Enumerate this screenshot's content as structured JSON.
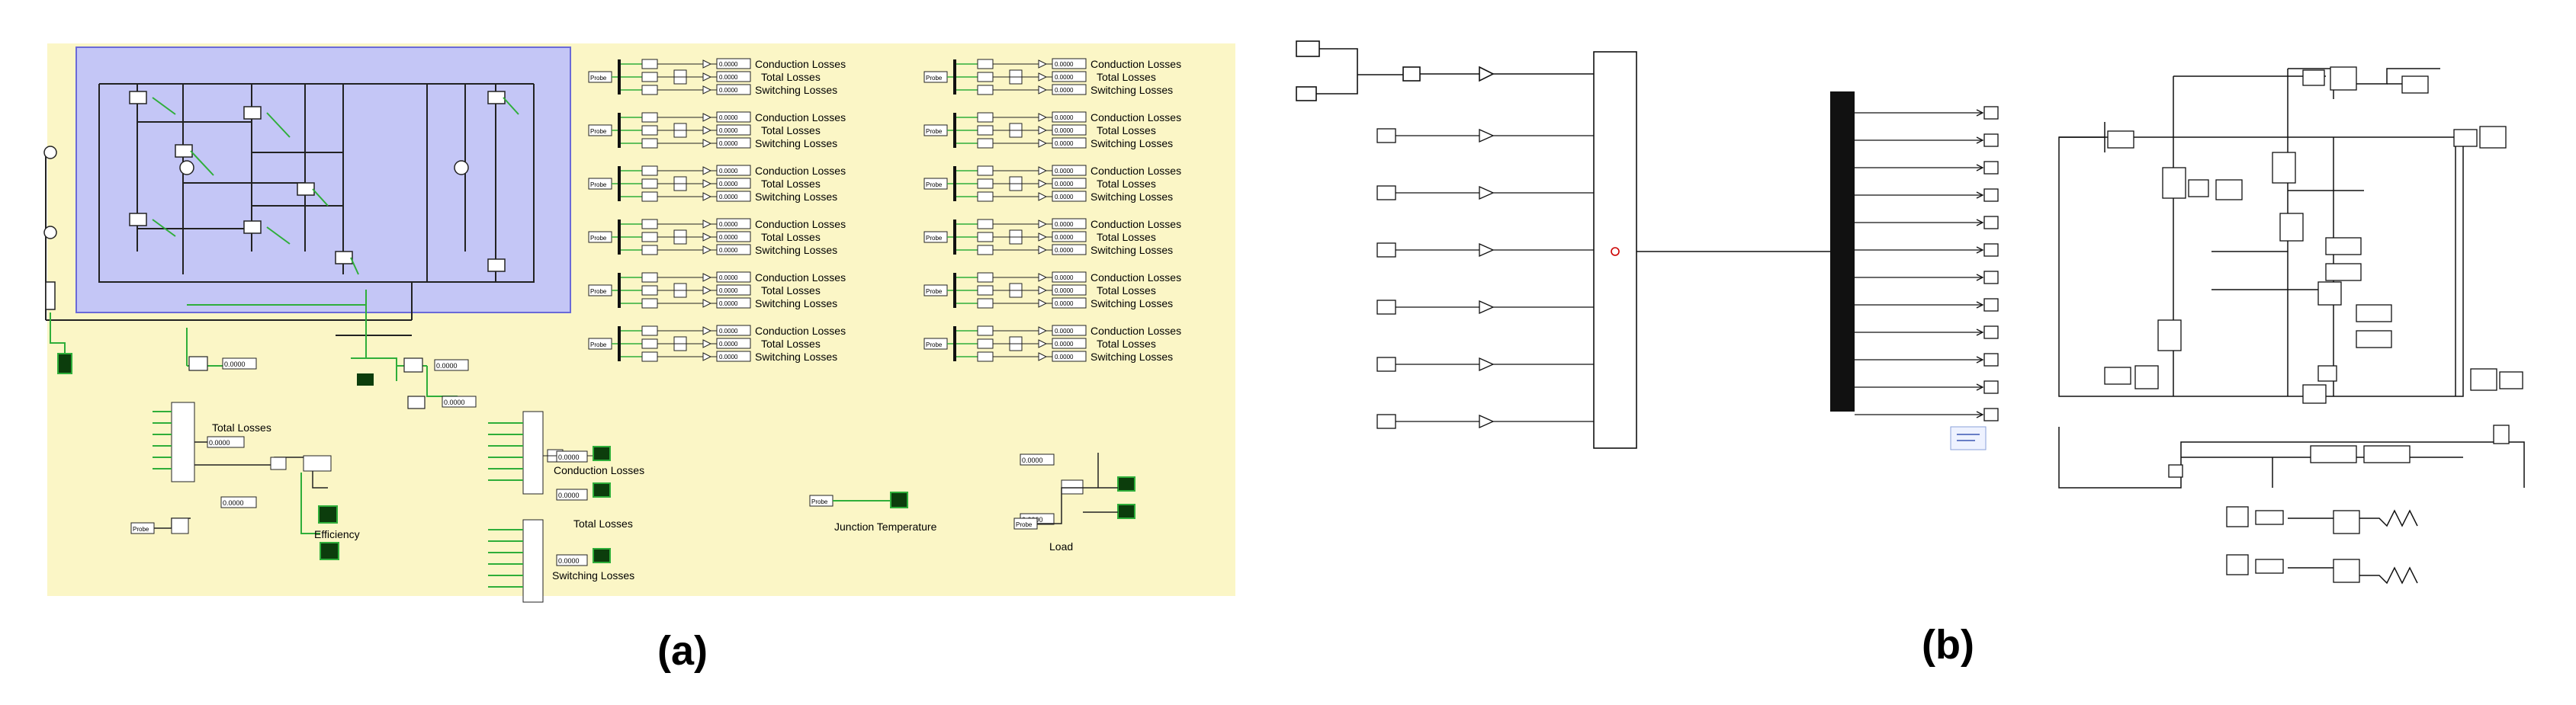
{
  "captions": {
    "a": "(a)",
    "b": "(b)"
  },
  "colors": {
    "panel_bg": "#fbf6c6",
    "selection_fill": "#c4c6f6",
    "selection_stroke": "#6a6ad8",
    "wire_green": "#2fae3a",
    "scope_fill": "#0c3d0c",
    "block_dark": "#111111"
  },
  "panel_a": {
    "loss_groups_left": [
      {
        "conduction": "Conduction Losses",
        "total": "Total Losses",
        "switching": "Switching Losses"
      },
      {
        "conduction": "Conduction Losses",
        "total": "Total Losses",
        "switching": "Switching Losses"
      },
      {
        "conduction": "Conduction Losses",
        "total": "Total Losses",
        "switching": "Switching Losses"
      },
      {
        "conduction": "Conduction Losses",
        "total": "Total Losses",
        "switching": "Switching Losses"
      },
      {
        "conduction": "Conduction Losses",
        "total": "Total Losses",
        "switching": "Switching Losses"
      },
      {
        "conduction": "Conduction Losses",
        "total": "Total Losses",
        "switching": "Switching Losses"
      }
    ],
    "loss_groups_right": [
      {
        "conduction": "Conduction Losses",
        "total": "Total Losses",
        "switching": "Switching Losses"
      },
      {
        "conduction": "Conduction Losses",
        "total": "Total Losses",
        "switching": "Switching Losses"
      },
      {
        "conduction": "Conduction Losses",
        "total": "Total Losses",
        "switching": "Switching Losses"
      },
      {
        "conduction": "Conduction Losses",
        "total": "Total Losses",
        "switching": "Switching Losses"
      },
      {
        "conduction": "Conduction Losses",
        "total": "Total Losses",
        "switching": "Switching Losses"
      },
      {
        "conduction": "Conduction Losses",
        "total": "Total Losses",
        "switching": "Switching Losses"
      }
    ],
    "display_value": "0.0000",
    "probe_label": "Probe",
    "labels": {
      "total_losses": "Total Losses",
      "efficiency": "Efficiency",
      "conduction_losses": "Conduction Losses",
      "total_losses_2": "Total Losses",
      "switching_losses": "Switching Losses",
      "junction_temperature": "Junction Temperature",
      "load": "Load"
    }
  }
}
